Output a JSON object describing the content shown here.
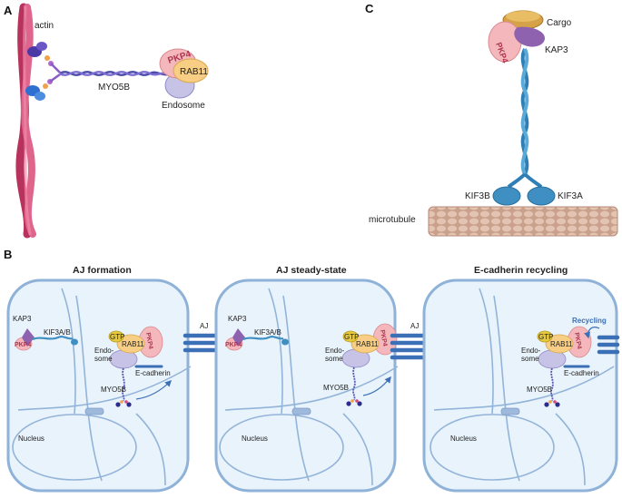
{
  "panels": {
    "a": {
      "letter": "A",
      "actin": "actin",
      "myo5b": "MYO5B",
      "pkp4": "PKP4",
      "rab11": "RAB11",
      "endosome": "Endosome"
    },
    "c": {
      "letter": "C",
      "cargo": "Cargo",
      "kap3": "KAP3",
      "pkp4": "PKP4",
      "kif3b": "KIF3B",
      "kif3a": "KIF3A",
      "microtubule": "microtubule"
    },
    "b": {
      "letter": "B",
      "cells": [
        {
          "title": "AJ formation",
          "kap3": "KAP3",
          "pkp4_small": "PKP4",
          "kif3ab": "KIF3A/B",
          "gtp": "GTP",
          "rab11": "RAB11",
          "pkp4": "PKP4",
          "endo1": "Endo-",
          "endo2": "some",
          "ecad": "E-cadherin",
          "myo5b": "MYO5B",
          "nucleus": "Nucleus"
        },
        {
          "title": "AJ steady-state",
          "kap3": "KAP3",
          "pkp4_small": "PKP4",
          "kif3ab": "KIF3A/B",
          "gtp": "GTP",
          "rab11": "RAB11",
          "pkp4": "PKP4",
          "endo1": "Endo-",
          "endo2": "some",
          "myo5b": "MYO5B",
          "nucleus": "Nucleus"
        },
        {
          "title": "E-cadherin recycling",
          "gtp": "GTP",
          "rab11": "RAB11",
          "pkp4": "PKP4",
          "endo1": "Endo-",
          "endo2": "some",
          "ecad": "E-cadherin",
          "myo5b": "MYO5B",
          "nucleus": "Nucleus",
          "recycling": "Recycling"
        }
      ],
      "aj_labels": [
        "AJ",
        "AJ"
      ]
    }
  },
  "colors": {
    "actin": "#d94c79",
    "myo5b": "#5a55b5",
    "kinesin": "#3f8fc2",
    "pkp4": "#f2b4b8",
    "rab11": "#f5c97d",
    "endosome": "#c9c6e6",
    "cargo": "#d6a247",
    "kap3": "#8f62b0",
    "microtubule": "#d9b6a2",
    "cell_fill": "#e9f3fb",
    "cell_border": "#8fb2d9",
    "aj": "#3b6fb6",
    "recycling": "#3b6fb6"
  }
}
